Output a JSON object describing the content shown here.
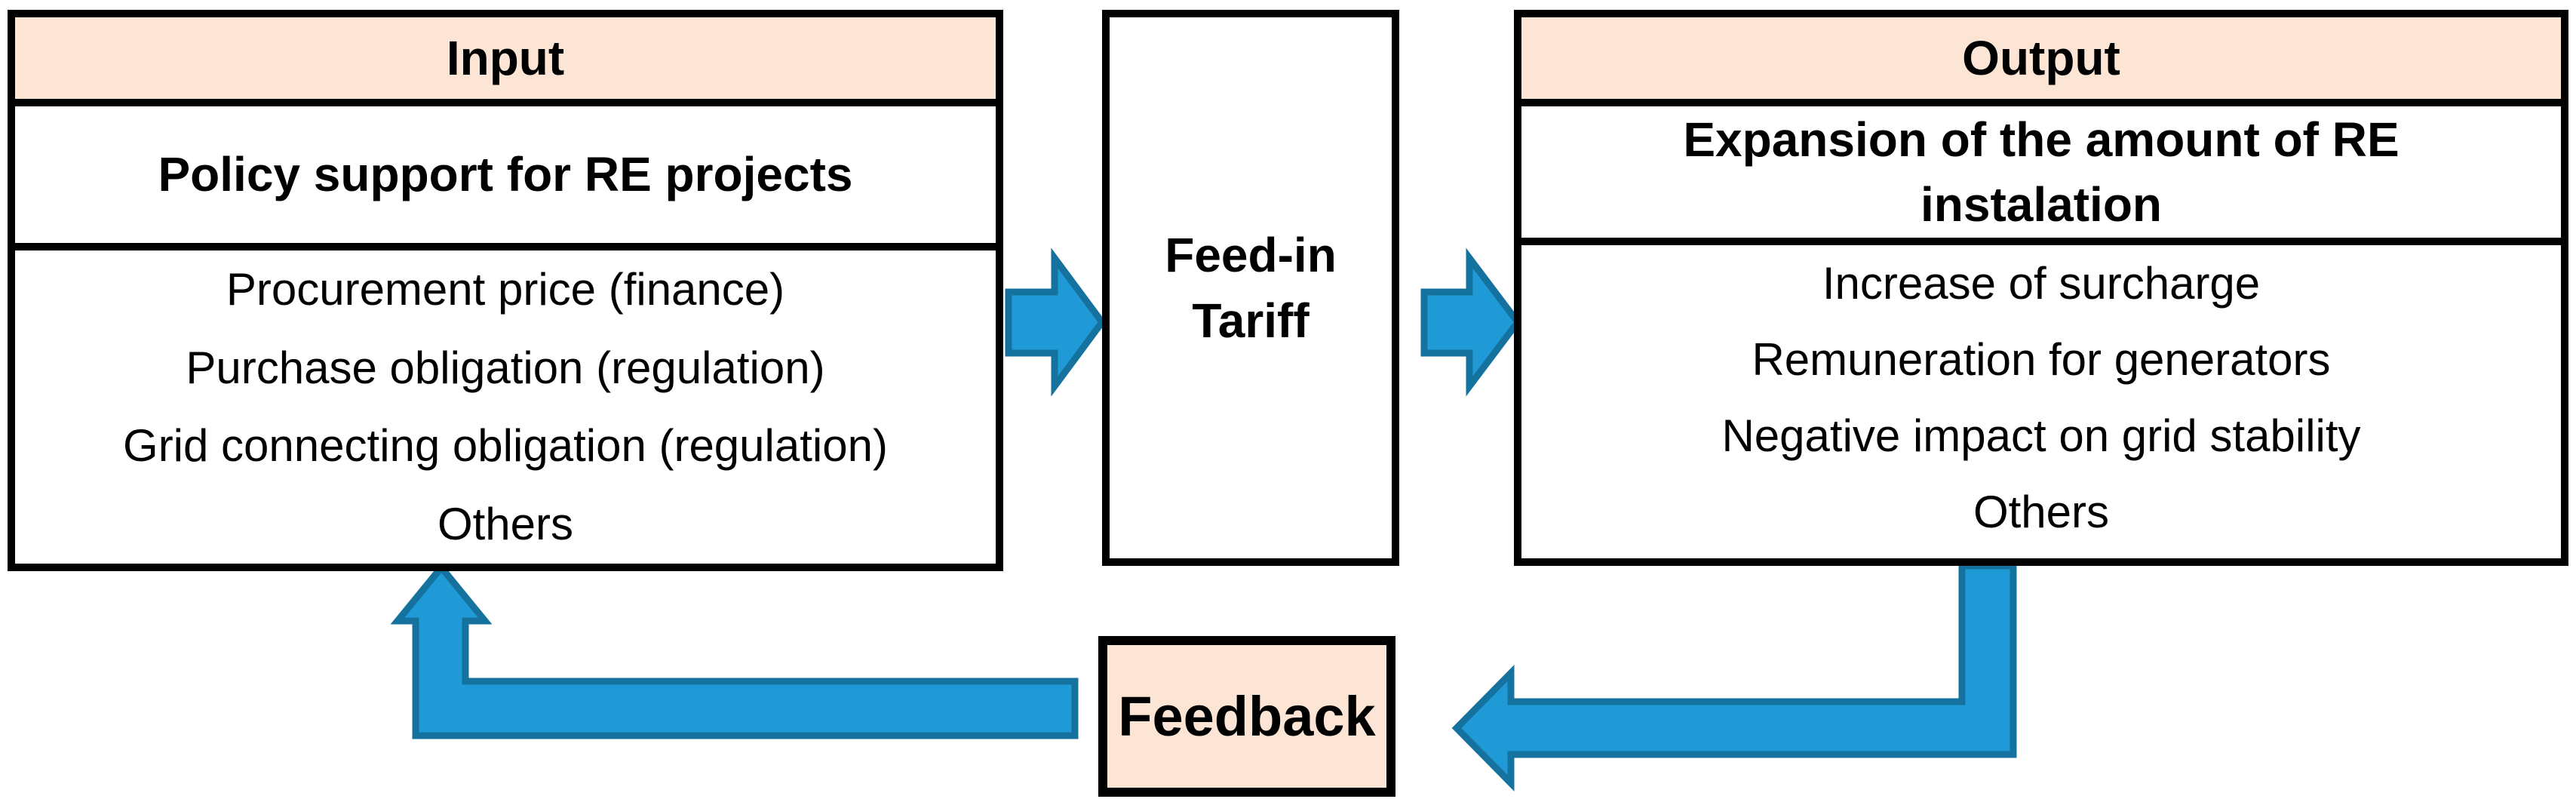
{
  "diagram": {
    "input_box": {
      "header": "Input",
      "subtitle": "Policy support for RE projects",
      "items": [
        "Procurement price (finance)",
        "Purchase obligation (regulation)",
        "Grid connecting obligation (regulation)",
        "Others"
      ]
    },
    "process_box": {
      "lines": [
        "Feed-in",
        "Tariff"
      ]
    },
    "output_box": {
      "header": "Output",
      "subtitle_lines": [
        "Expansion of the amount of RE",
        "instalation"
      ],
      "items": [
        "Increase of surcharge",
        "Remuneration for generators",
        "Negative impact on grid stability",
        "Others"
      ]
    },
    "feedback_box": {
      "label": "Feedback"
    },
    "colors": {
      "accent_blue": "#1F9AD7",
      "accent_blue_border": "#15719E",
      "peach": "#FCE5D4",
      "ink": "#000000"
    }
  }
}
